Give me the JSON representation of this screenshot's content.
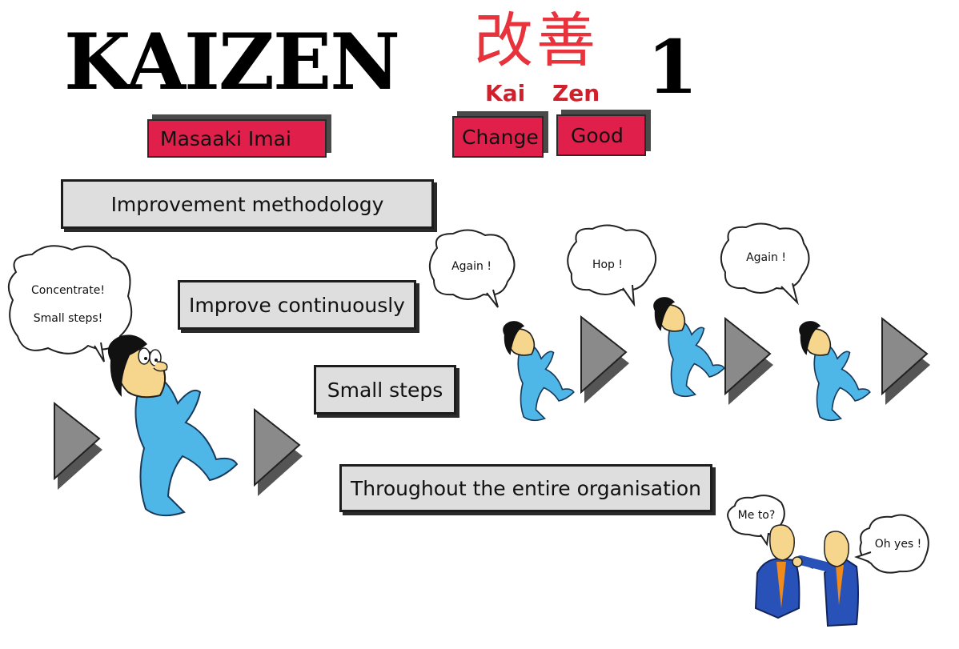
{
  "header": {
    "title": "KAIZEN",
    "kanji": "改善",
    "romaji_kai": "Kai",
    "romaji_zen": "Zen",
    "number": "1"
  },
  "tags": {
    "author": "Masaaki Imai",
    "change": "Change",
    "good": "Good"
  },
  "steps": [
    "Improvement methodology",
    "Improve continuously",
    "Small steps",
    "Throughout the entire organisation"
  ],
  "bubbles": {
    "main_line1": "Concentrate!",
    "main_line2": "Small steps!",
    "again1": "Again !",
    "hop": "Hop !",
    "again2": "Again !",
    "me_to": "Me to?",
    "oh_yes": "Oh yes !"
  },
  "colors": {
    "accent_red": "#e0204a",
    "kanji_red": "#e8323c",
    "box_gray": "#dedede",
    "figure_blue": "#4fb6e8",
    "arrow_gray": "#8a8a8a"
  }
}
